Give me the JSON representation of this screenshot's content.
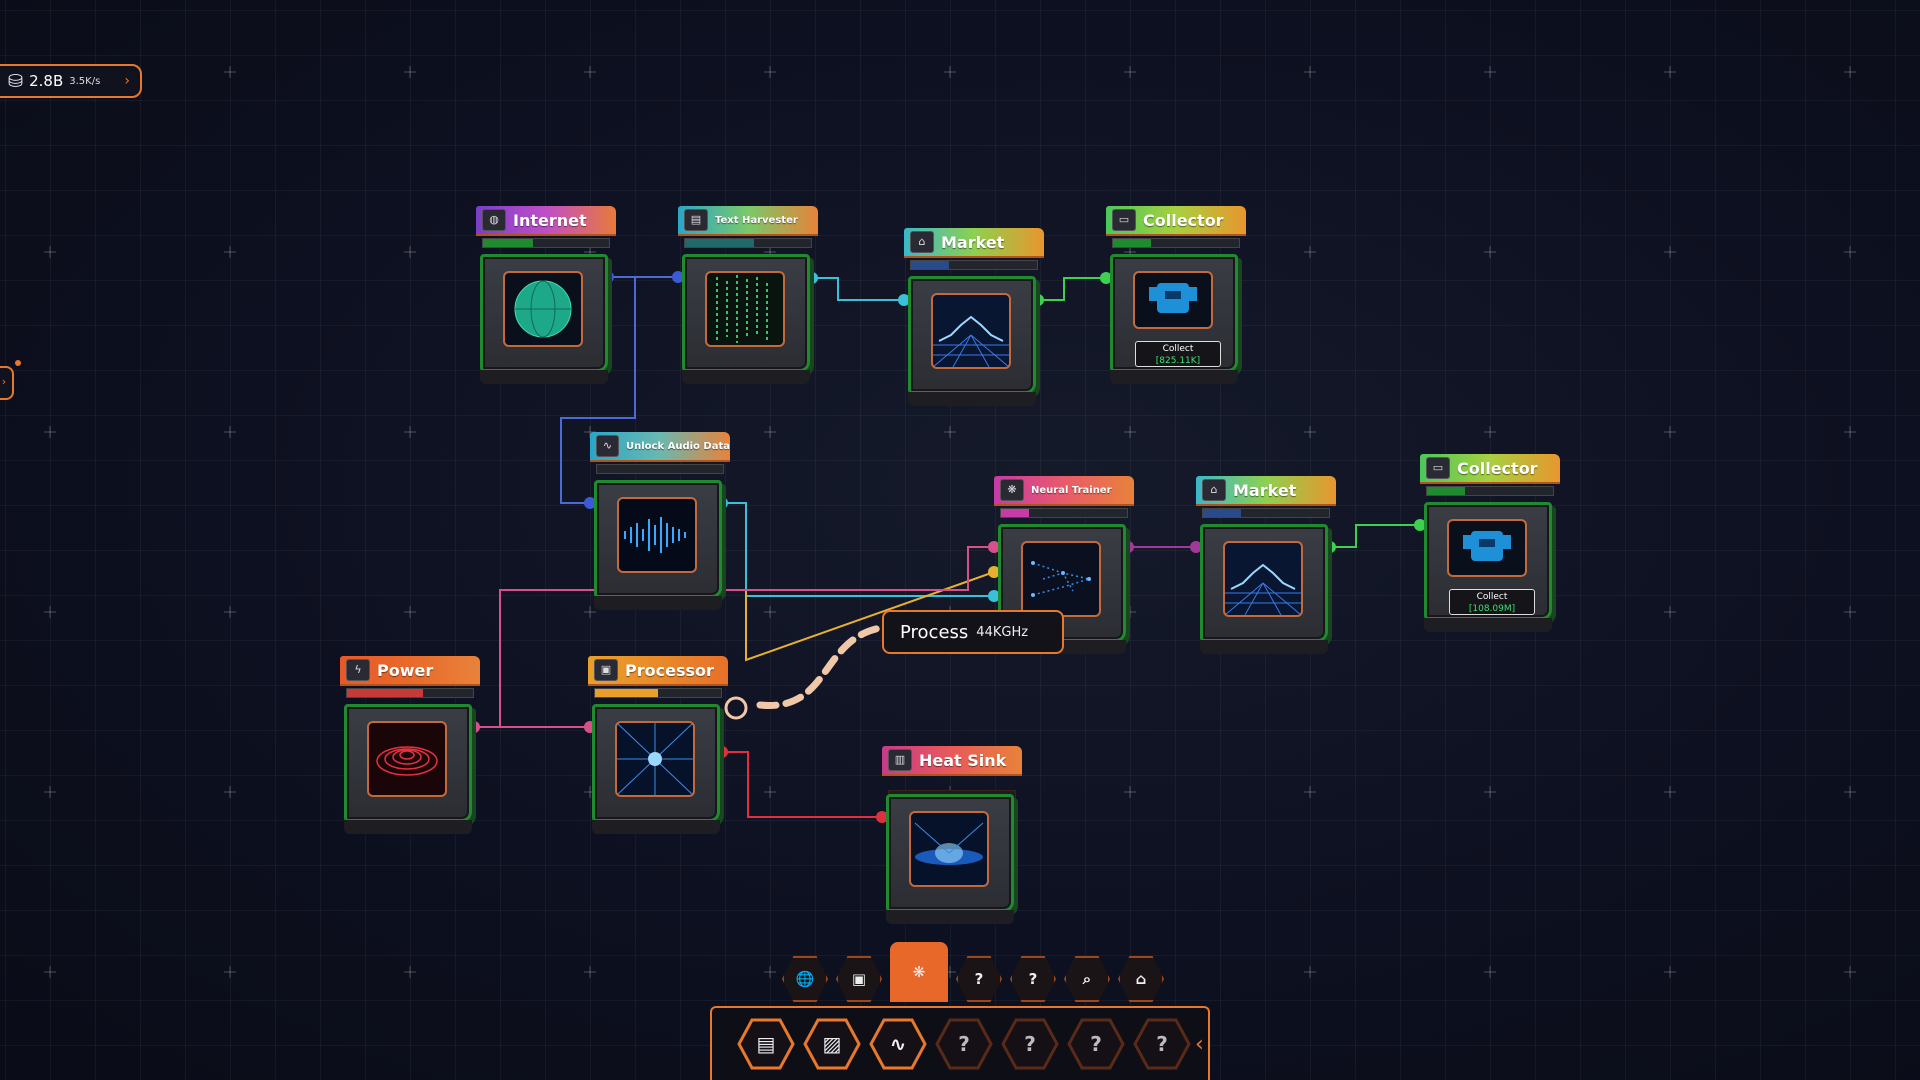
{
  "currency": {
    "icon": "coins-icon",
    "amount": "2.8B",
    "rate": "3.5K/s",
    "chevron": "›"
  },
  "left_tab": {
    "chevron": "›"
  },
  "nodes": {
    "internet": {
      "title": "Internet",
      "icon": "globe-icon"
    },
    "text_harvester": {
      "title": "Text Harvester",
      "icon": "text-icon"
    },
    "market1": {
      "title": "Market",
      "icon": "market-icon"
    },
    "collector1": {
      "title": "Collector",
      "icon": "folder-icon",
      "collect_label": "Collect",
      "collect_value": "[825.11K]"
    },
    "unlock_audio": {
      "title": "Unlock Audio Data",
      "icon": "waveform-icon"
    },
    "neural_trainer": {
      "title": "Neural Trainer",
      "icon": "brain-icon"
    },
    "market2": {
      "title": "Market",
      "icon": "market-icon"
    },
    "collector2": {
      "title": "Collector",
      "icon": "folder-icon",
      "collect_label": "Collect",
      "collect_value": "[108.09M]"
    },
    "power": {
      "title": "Power",
      "icon": "bolt-icon"
    },
    "processor": {
      "title": "Processor",
      "icon": "chip-icon"
    },
    "heat_sink": {
      "title": "Heat Sink",
      "icon": "heatsink-icon"
    }
  },
  "process_tooltip": {
    "label": "Process",
    "value": "44KGHz"
  },
  "category_tabs": [
    {
      "icon": "globe-icon",
      "glyph": "🌐"
    },
    {
      "icon": "chip-icon",
      "glyph": "▣"
    },
    {
      "icon": "neural-icon",
      "glyph": "❋",
      "active": true
    },
    {
      "icon": "unknown-icon",
      "glyph": "?"
    },
    {
      "icon": "unknown-icon",
      "glyph": "?"
    },
    {
      "icon": "document-search-icon",
      "glyph": "⌕"
    },
    {
      "icon": "store-icon",
      "glyph": "⌂"
    }
  ],
  "tools": [
    {
      "icon": "text-harvester-icon",
      "glyph": "▤"
    },
    {
      "icon": "image-icon",
      "glyph": "▨"
    },
    {
      "icon": "audio-wave-icon",
      "glyph": "∿"
    },
    {
      "icon": "locked-icon",
      "glyph": "?"
    },
    {
      "icon": "locked-icon",
      "glyph": "?"
    },
    {
      "icon": "locked-icon",
      "glyph": "?"
    },
    {
      "icon": "locked-icon",
      "glyph": "?"
    }
  ],
  "tray_chevron": "‹",
  "colors": {
    "accent": "#e8782c",
    "wire_blue": "#4a6ad8",
    "wire_cyan": "#3ac0d8",
    "wire_green": "#3ed050",
    "wire_pink": "#d8508a",
    "wire_red": "#e03040",
    "wire_yellow": "#e8b030",
    "wire_purple": "#a03a9a"
  }
}
